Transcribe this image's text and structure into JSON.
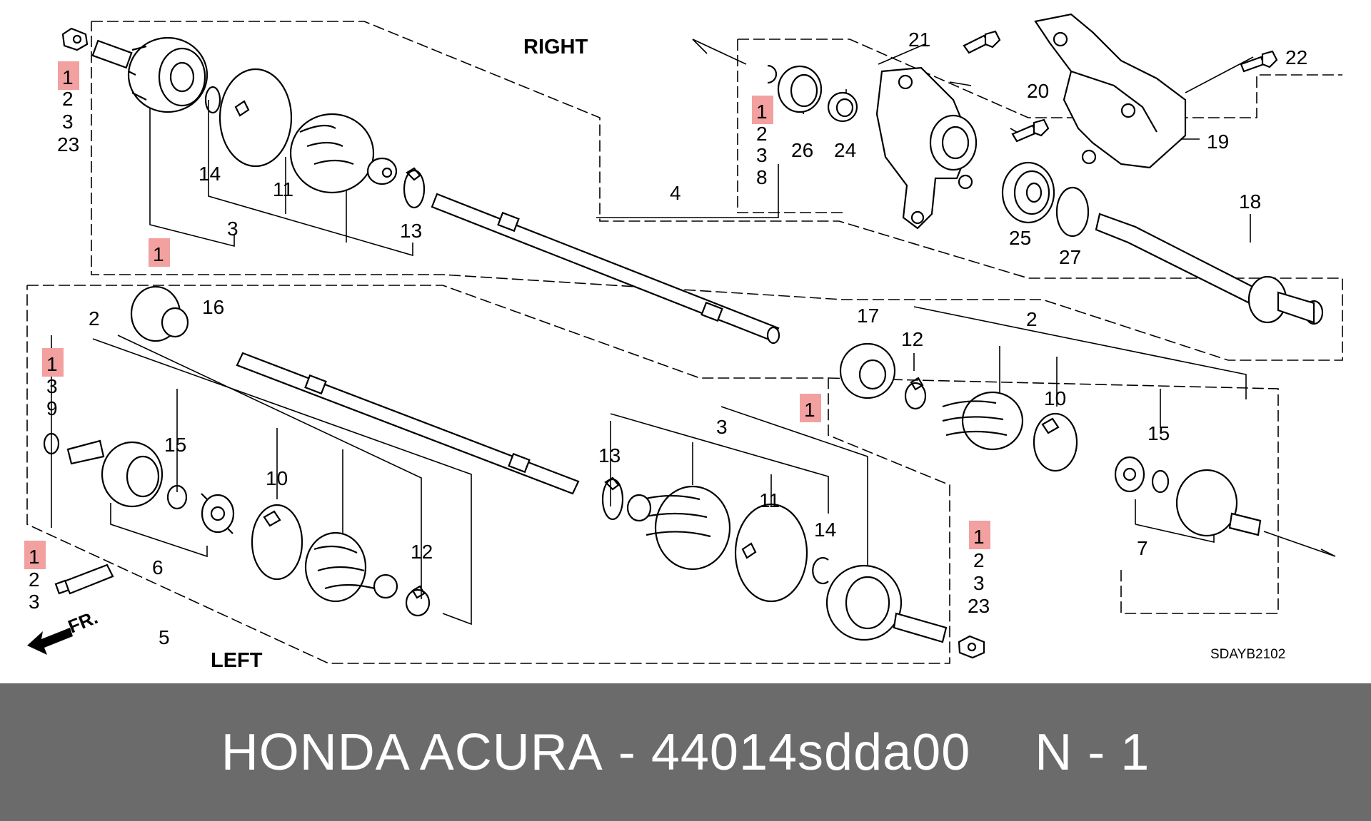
{
  "diagram": {
    "headers": {
      "right": "RIGHT",
      "left": "LEFT"
    },
    "front_arrow_label": "FR.",
    "code": "SDAYB2102",
    "labels": {
      "one": "1",
      "two": "2",
      "three": "3",
      "four": "4",
      "five": "5",
      "six": "6",
      "seven": "7",
      "eight": "8",
      "nine": "9",
      "ten": "10",
      "eleven": "11",
      "twelve": "12",
      "thirteen": "13",
      "fourteen": "14",
      "fifteen": "15",
      "sixteen": "16",
      "seventeen": "17",
      "eighteen": "18",
      "nineteen": "19",
      "twenty": "20",
      "twentyone": "21",
      "twentytwo": "22",
      "twentythree": "23",
      "twentyfour": "24",
      "twentyfive": "25",
      "twentysix": "26",
      "twentyseven": "27"
    },
    "highlight_color": "#f2a0a0"
  },
  "banner": {
    "brand": "HONDA ACURA",
    "dash": "-",
    "part_number": "44014sdda00",
    "quantity": "N - 1",
    "background": "#6b6b6b"
  }
}
